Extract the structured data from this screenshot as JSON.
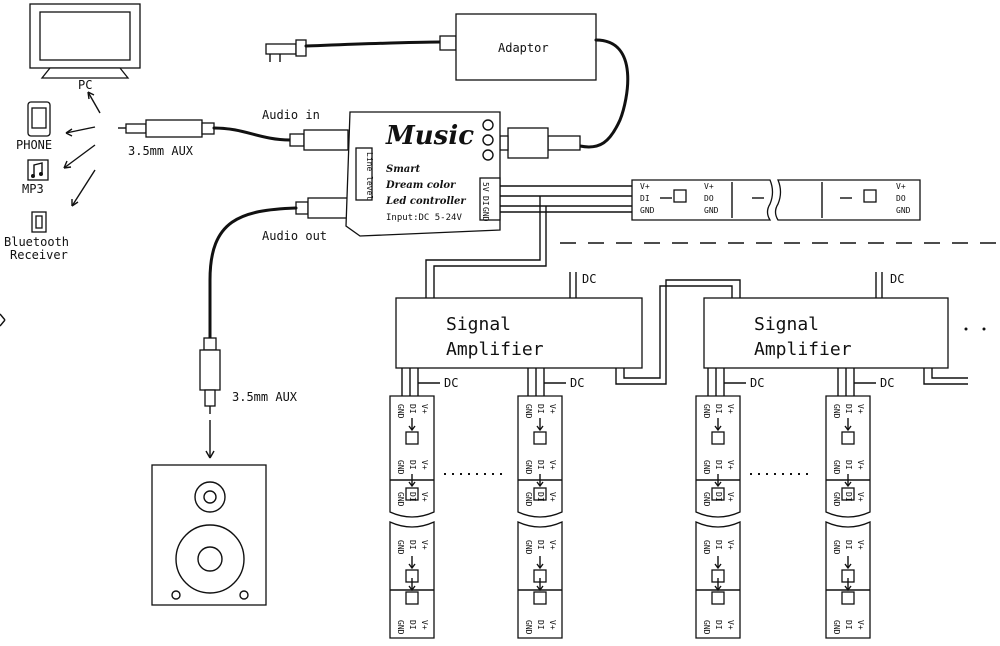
{
  "devices": {
    "pc": "PC",
    "phone": "PHONE",
    "mp3": "MP3",
    "bluetooth_line1": "Bluetooth",
    "bluetooth_line2": "Receiver"
  },
  "cables": {
    "aux_in": "3.5mm AUX",
    "aux_out": "3.5mm AUX",
    "audio_in": "Audio in",
    "audio_out": "Audio out"
  },
  "adaptor": "Adaptor",
  "controller": {
    "title": "Music",
    "line1": "Smart",
    "line2": "Dream color",
    "line3": "Led controller",
    "input": "Input:DC 5-24V",
    "side_label": "Line level",
    "pins": [
      "5V",
      "DI",
      "GND"
    ]
  },
  "strip": {
    "pins_left": [
      "V+",
      "DI",
      "GND"
    ],
    "pins_right": [
      "V+",
      "DO",
      "GND"
    ]
  },
  "amplifiers": [
    {
      "line1": "Signal",
      "line2": "Amplifier",
      "dc": "DC"
    },
    {
      "line1": "Signal",
      "line2": "Amplifier",
      "dc": "DC"
    }
  ],
  "branch_dc": [
    "DC",
    "DC",
    "DC",
    "DC"
  ],
  "vertical_strip_pins": [
    "GND",
    "DI",
    "V+"
  ]
}
